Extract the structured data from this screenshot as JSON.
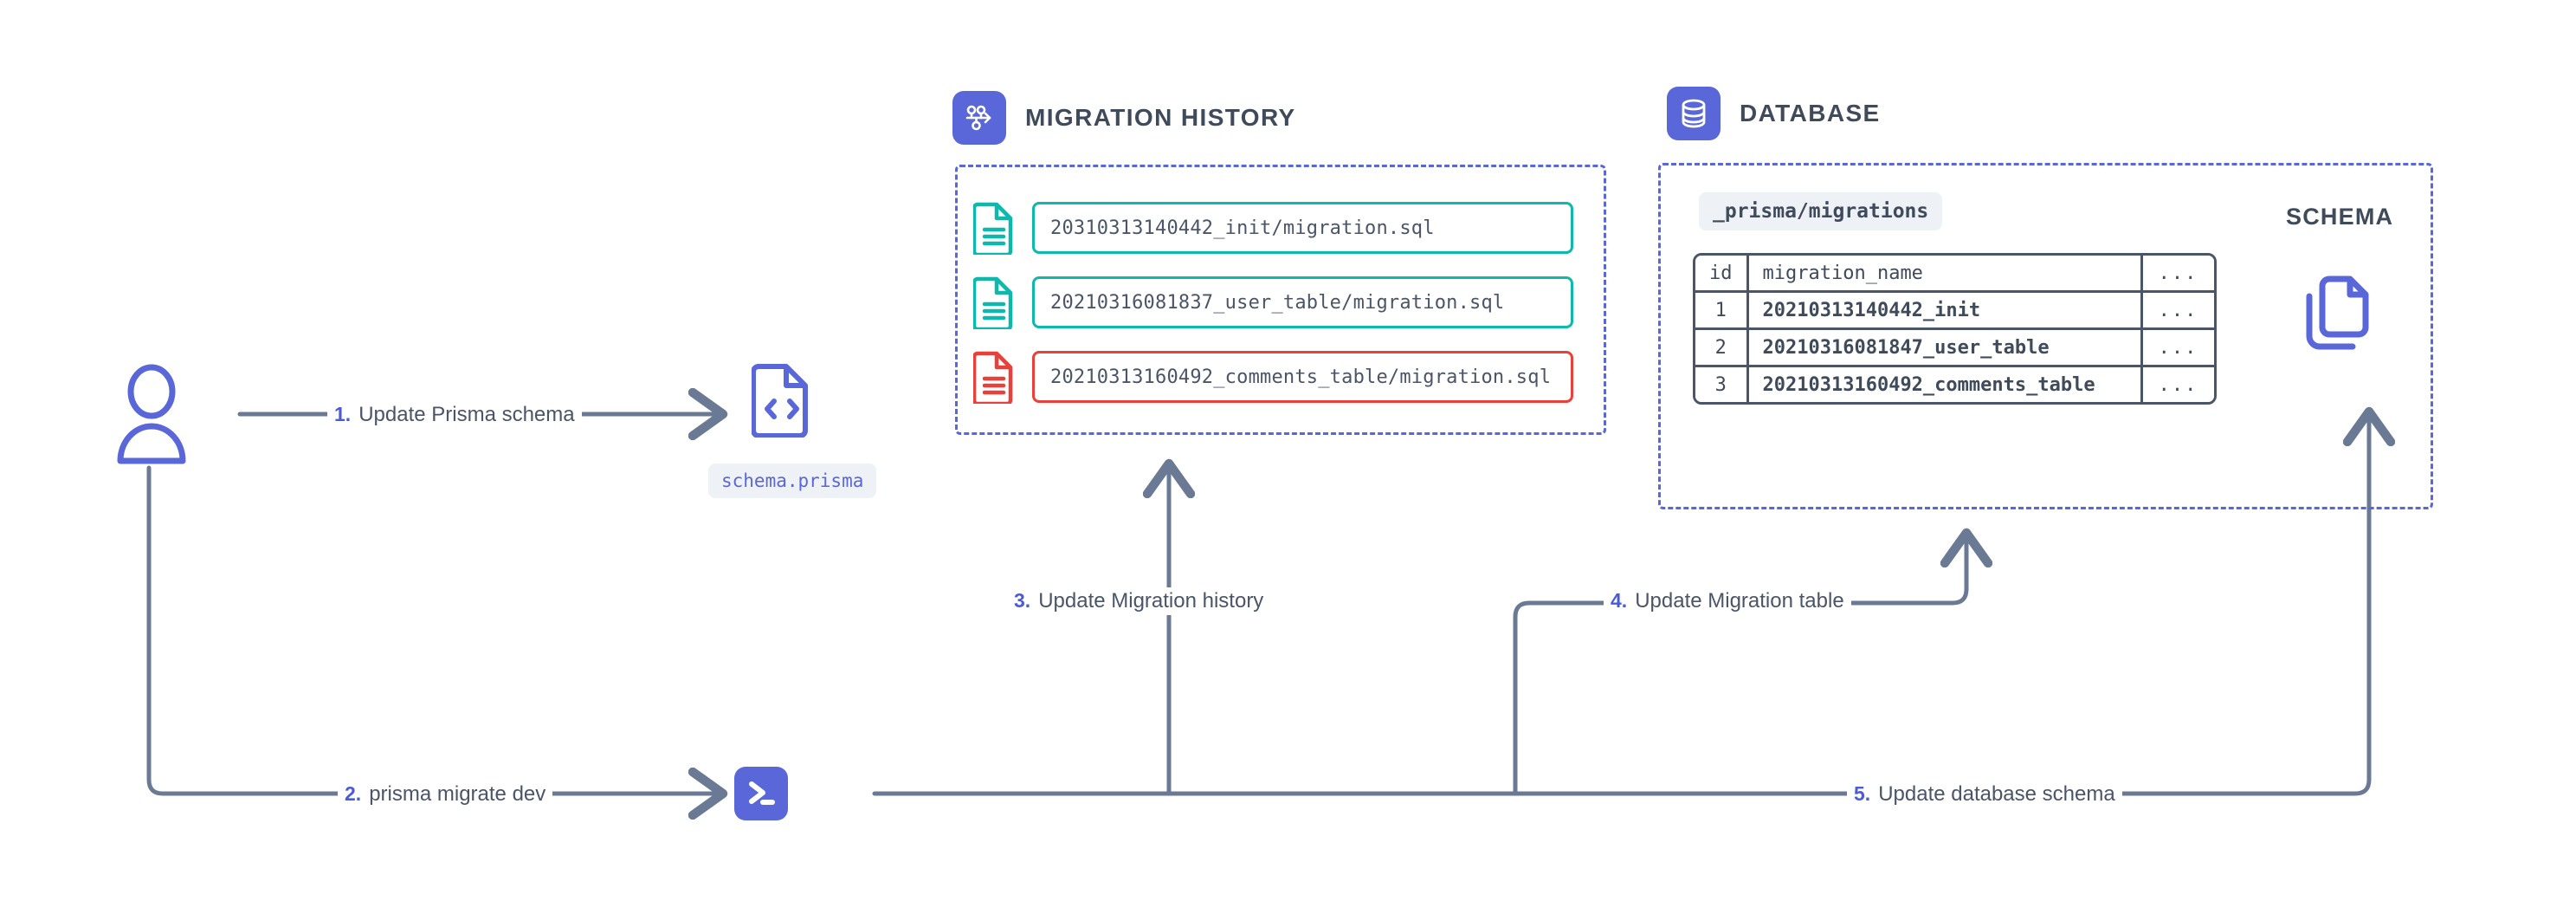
{
  "diagram": {
    "title": "Prisma Migrate development workflow",
    "colors": {
      "indigo": "#5a67d8",
      "indigo_text": "#4b5bd7",
      "slate": "#4a5568",
      "slate_dark": "#3f4a5a",
      "teal": "#0fb8ad",
      "teal_text": "#13a383",
      "red": "#e8403a",
      "chip_bg": "#eef1f6",
      "white": "#ffffff"
    }
  },
  "actor": {
    "name": "user-avatar",
    "icon": "person-icon"
  },
  "schema_file": {
    "icon": "code-file-icon",
    "label": "schema.prisma"
  },
  "terminal": {
    "icon": "terminal-icon"
  },
  "migration_history": {
    "badge_icon": "git-branch-icon",
    "title": "MIGRATION HISTORY",
    "files": [
      {
        "icon": "document-icon",
        "status": "ok",
        "name": "20310313140442_init/migration.sql"
      },
      {
        "icon": "document-icon",
        "status": "ok",
        "name": "20210316081837_user_table/migration.sql"
      },
      {
        "icon": "document-icon",
        "status": "error",
        "name": "20210313160492_comments_table/migration.sql"
      }
    ]
  },
  "database": {
    "badge_icon": "database-icon",
    "title": "DATABASE",
    "table_tag": "_prisma/migrations",
    "columns": [
      "id",
      "migration_name",
      "..."
    ],
    "rows": [
      {
        "id": "1",
        "migration_name": "20210313140442_init",
        "more": "...",
        "status": "ok"
      },
      {
        "id": "2",
        "migration_name": "20210316081847_user_table",
        "more": "...",
        "status": "ok"
      },
      {
        "id": "3",
        "migration_name": "20210313160492_comments_table",
        "more": "...",
        "status": "error"
      }
    ],
    "schema_label": "SCHEMA",
    "schema_icon": "copy-files-icon"
  },
  "steps": [
    {
      "num": "1.",
      "text": "Update Prisma schema"
    },
    {
      "num": "2.",
      "text": "prisma migrate dev"
    },
    {
      "num": "3.",
      "text": "Update Migration history"
    },
    {
      "num": "4.",
      "text": "Update Migration table"
    },
    {
      "num": "5.",
      "text": "Update database schema"
    }
  ]
}
